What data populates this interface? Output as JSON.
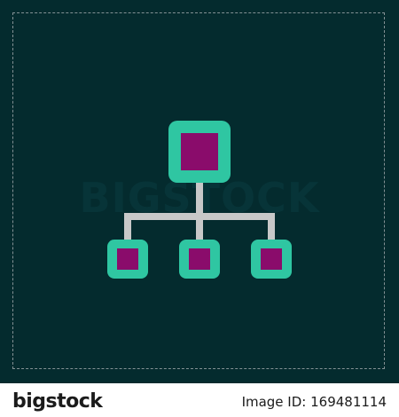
{
  "watermark": {
    "text": "BIGSTOCK"
  },
  "icon": {
    "name": "hierarchy-icon",
    "colors": {
      "background": "#042b2e",
      "box_outline": "#2fc6a2",
      "box_fill": "#8a0c6b",
      "connector": "#c8c8c8"
    }
  },
  "footer": {
    "brand_bold": "bigstock",
    "brand_light": "",
    "image_id": "Image ID: 169481114"
  }
}
